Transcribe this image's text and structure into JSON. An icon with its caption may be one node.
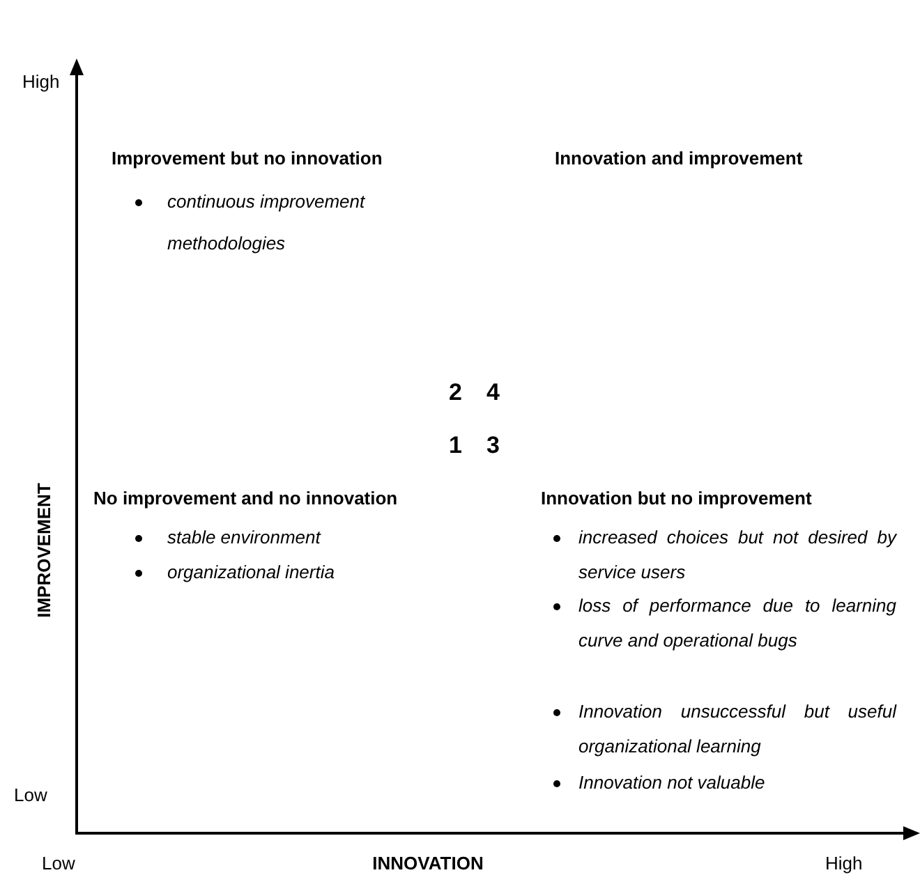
{
  "diagram": {
    "labels": [
      "High",
      "Improvement but no innovation",
      "continuous improvement methodologies",
      "Innovation and improvement",
      "2",
      "4",
      "1",
      "3",
      "No improvement and no innovation",
      "stable environment",
      "organizational inertia",
      "Innovation but no improvement",
      "increased choices but not desired by service users",
      "loss of performance due to learning curve and operational bugs",
      "Innovation unsuccessful but useful organizational learning",
      "Innovation not valuable",
      "IMPROVEMENT",
      "Low",
      "Low",
      "INNOVATION",
      "High"
    ]
  }
}
